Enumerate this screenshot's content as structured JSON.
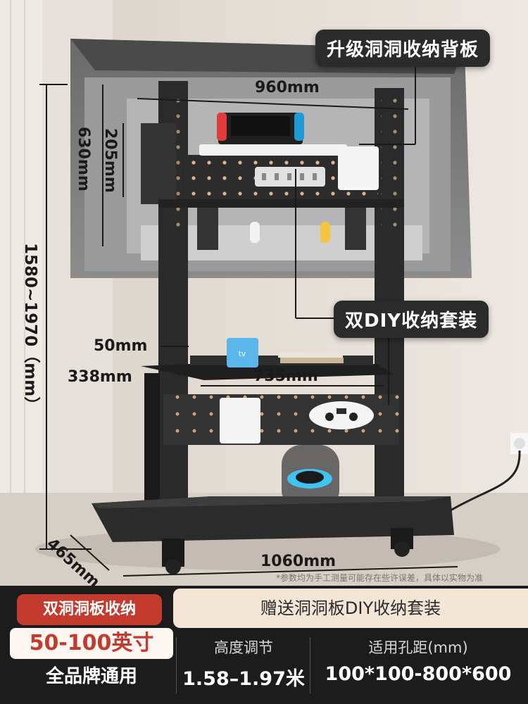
{
  "callouts": {
    "top": "升级洞洞收纳背板",
    "middle": "双DIY收纳套装"
  },
  "dimensions": {
    "width_top": "960mm",
    "height_left": "1580~1970（mm）",
    "panel_height": "630mm",
    "shelf_height": "205mm",
    "column_gap": "50mm",
    "shelf_depth": "338mm",
    "shelf_width": "735mm",
    "base_depth": "465mm",
    "base_width": "1060mm"
  },
  "note": "*参数均为手工测量可能存在些许误差，具体以实物为准",
  "bottom": {
    "tag": "双洞洞板收纳",
    "gift": "赠送洞洞板DIY收纳套装",
    "size": "50-100英寸",
    "brand": "全品牌通用",
    "specs": [
      {
        "label": "高度调节",
        "value": "1.58–1.97米"
      },
      {
        "label": "适用孔距(mm)",
        "value": "100*100-800*600"
      }
    ]
  },
  "icons": [
    "game-console-icon",
    "power-strip-icon",
    "controller-icon",
    "speaker-icon",
    "apple-tv-box-icon",
    "power-outlet-icon"
  ]
}
